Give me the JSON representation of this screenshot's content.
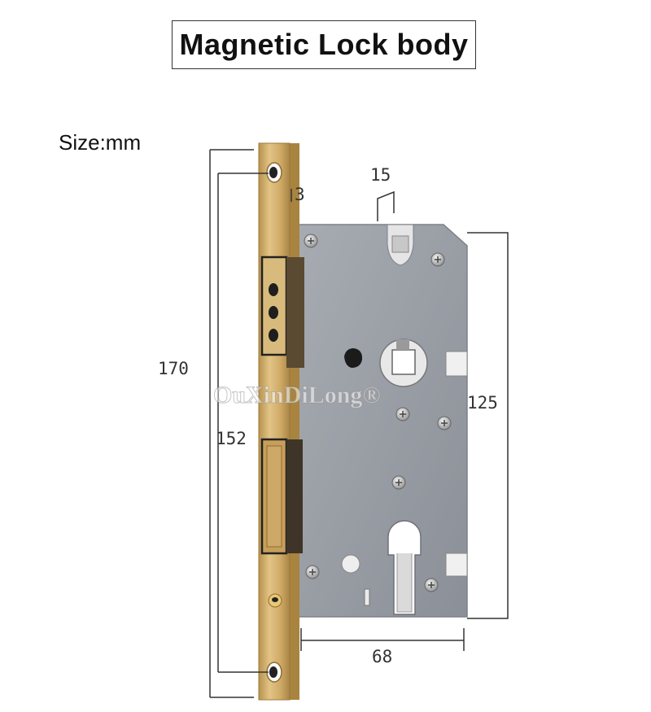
{
  "title": "Magnetic Lock body",
  "size_label": "Size:mm",
  "watermark": "OuXinDiLong®",
  "dimensions": {
    "overall_height": "170",
    "screw_spacing": "152",
    "case_height": "125",
    "backset": "68",
    "faceplate_thickness": "3",
    "latch_width": "15"
  },
  "colors": {
    "faceplate": "#d2ad6a",
    "case": "#9a9ea6",
    "dimension_line": "#333333"
  }
}
